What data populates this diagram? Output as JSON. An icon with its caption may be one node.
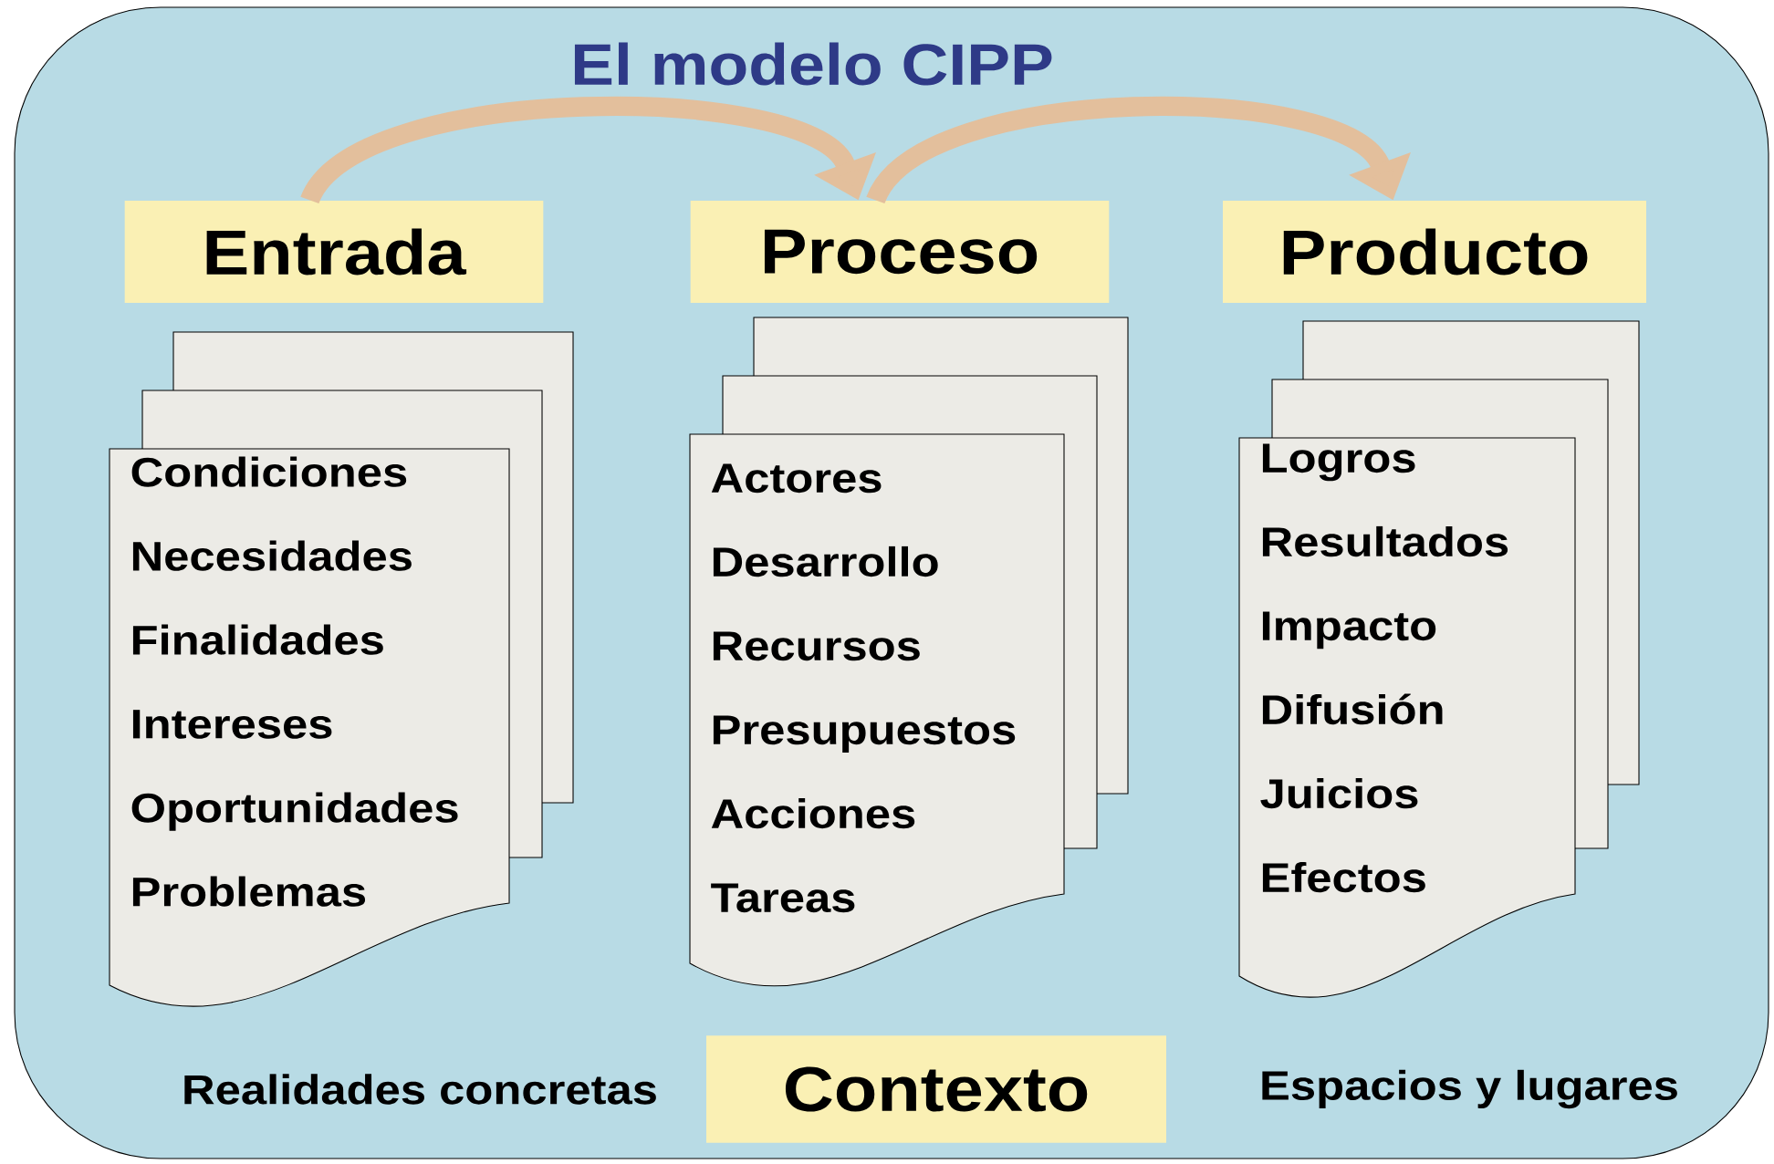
{
  "diagram": {
    "title": "El modelo CIPP",
    "nodes": [
      {
        "text": [
          "Entrada"
        ]
      },
      {
        "text": [
          "Proceso"
        ]
      },
      {
        "text": [
          "Producto"
        ]
      },
      {
        "text": [
          "Condiciones",
          "Necesidades",
          "Finalidades",
          "Intereses",
          "Oportunidades",
          "Problemas"
        ]
      },
      {
        "text": [
          "Actores",
          "Desarrollo",
          "Recursos",
          "Presupuestos",
          "Acciones",
          "Tareas"
        ]
      },
      {
        "text": [
          "Logros",
          "Resultados",
          "Impacto",
          "Difusión",
          "Juicios",
          "Efectos"
        ]
      },
      {
        "text": [
          "Contexto"
        ]
      }
    ],
    "edges": [
      {
        "from": 0,
        "to": 1,
        "arrow": "to"
      },
      {
        "from": 1,
        "to": 2,
        "arrow": "to"
      }
    ],
    "labels": [
      "Realidades concretas",
      "Espacios y lugares"
    ]
  }
}
